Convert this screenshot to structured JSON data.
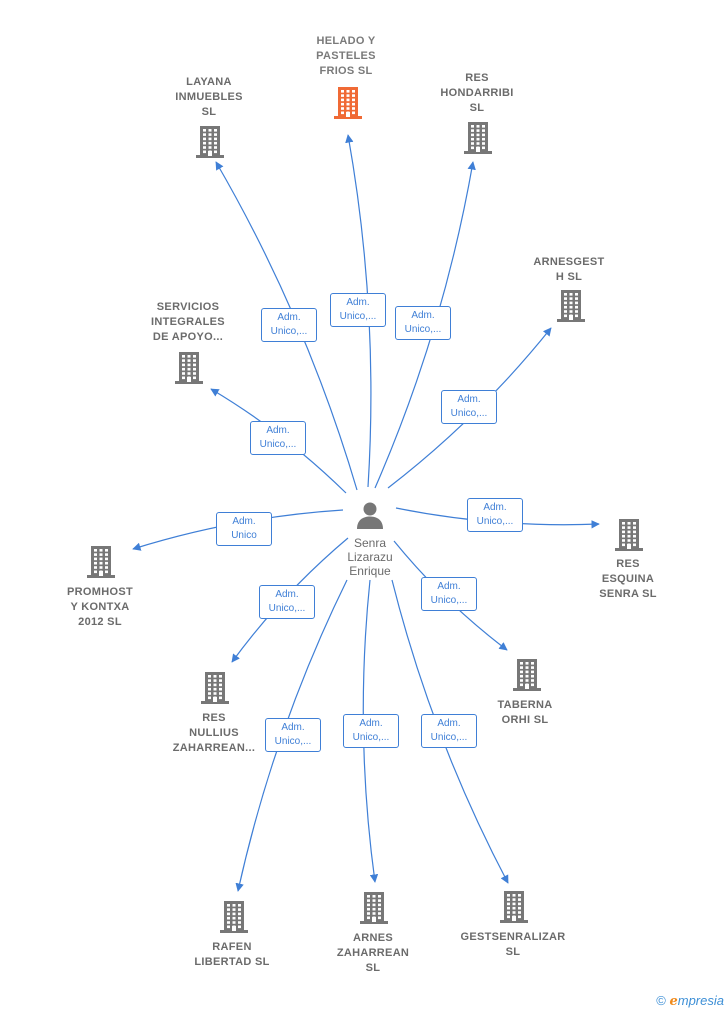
{
  "colors": {
    "edge": "#3f7fd6",
    "building": "#777777",
    "building_accent": "#f06a35",
    "label": "#6b6b6b"
  },
  "center": {
    "name_lines": [
      "Senra",
      "Lizarazu",
      "Enrique"
    ],
    "icon": "person-icon"
  },
  "nodes": [
    {
      "id": "helado",
      "lines": [
        "HELADO Y",
        "PASTELES",
        "FRIOS  SL"
      ],
      "icon": "building-icon",
      "accent": true,
      "edge": "Adm.\nUnico,..."
    },
    {
      "id": "layana",
      "lines": [
        "LAYANA",
        "INMUEBLES",
        "SL"
      ],
      "icon": "building-icon",
      "accent": false,
      "edge": "Adm.\nUnico,..."
    },
    {
      "id": "res_hondarribi",
      "lines": [
        "RES",
        "HONDARRIBI",
        "SL"
      ],
      "icon": "building-icon",
      "accent": false,
      "edge": "Adm.\nUnico,..."
    },
    {
      "id": "arnesgest",
      "lines": [
        "ARNESGEST",
        "H  SL"
      ],
      "icon": "building-icon",
      "accent": false,
      "edge": "Adm.\nUnico,..."
    },
    {
      "id": "servicios",
      "lines": [
        "SERVICIOS",
        "INTEGRALES",
        "DE APOYO..."
      ],
      "icon": "building-icon",
      "accent": false,
      "edge": "Adm.\nUnico,..."
    },
    {
      "id": "res_esquina",
      "lines": [
        "RES",
        "ESQUINA",
        "SENRA  SL"
      ],
      "icon": "building-icon",
      "accent": false,
      "edge": "Adm.\nUnico,..."
    },
    {
      "id": "promhost",
      "lines": [
        "PROMHOST",
        "Y KONTXA",
        "2012 SL"
      ],
      "icon": "building-icon",
      "accent": false,
      "edge": "Adm.\nUnico"
    },
    {
      "id": "res_nullius",
      "lines": [
        "RES",
        "NULLIUS",
        "ZAHARREAN..."
      ],
      "icon": "building-icon",
      "accent": false,
      "edge": "Adm.\nUnico,..."
    },
    {
      "id": "taberna",
      "lines": [
        "TABERNA",
        "ORHI  SL"
      ],
      "icon": "building-icon",
      "accent": false,
      "edge": "Adm.\nUnico,..."
    },
    {
      "id": "rafen",
      "lines": [
        "RAFEN",
        "LIBERTAD  SL"
      ],
      "icon": "building-icon",
      "accent": false,
      "edge": "Adm.\nUnico,..."
    },
    {
      "id": "arnes",
      "lines": [
        "ARNES",
        "ZAHARREAN",
        "SL"
      ],
      "icon": "building-icon",
      "accent": false,
      "edge": "Adm.\nUnico,..."
    },
    {
      "id": "gestsenralizar",
      "lines": [
        "GESTSENRALIZAR",
        "SL"
      ],
      "icon": "building-icon",
      "accent": false,
      "edge": "Adm.\nUnico,..."
    }
  ],
  "footer": {
    "copyright": "©",
    "brand_initial": "e",
    "brand_rest": "mpresia"
  }
}
